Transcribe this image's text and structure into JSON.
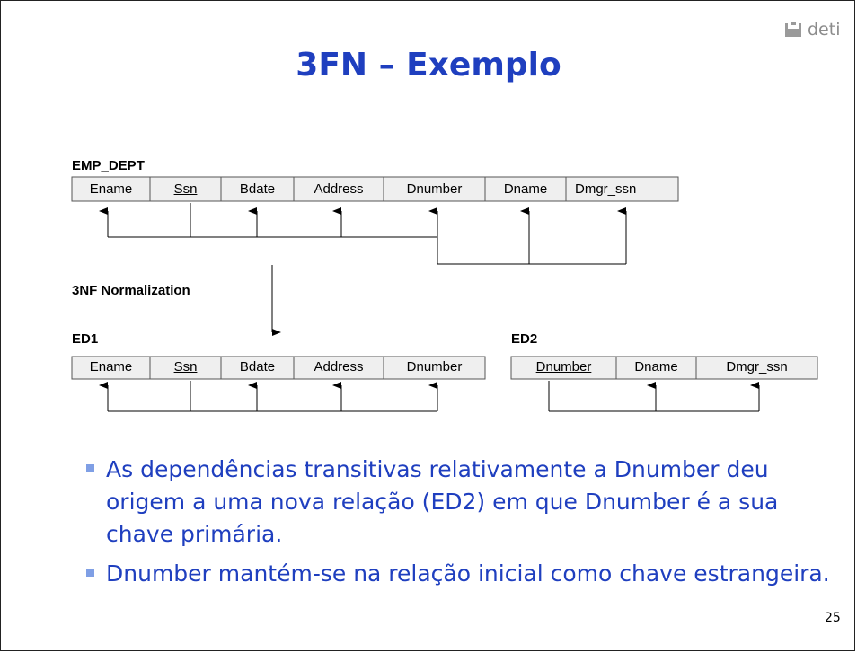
{
  "slide": {
    "title": "3FN – Exemplo",
    "logo_text": "deti",
    "page_number": "25"
  },
  "diagram": {
    "emp_dept": {
      "name": "EMP_DEPT",
      "attributes": [
        "Ename",
        "Ssn",
        "Bdate",
        "Address",
        "Dnumber",
        "Dname",
        "Dmgr_ssn"
      ],
      "key": "Ssn"
    },
    "normalization_label": "3NF Normalization",
    "ed1": {
      "name": "ED1",
      "attributes": [
        "Ename",
        "Ssn",
        "Bdate",
        "Address",
        "Dnumber"
      ],
      "key": "Ssn"
    },
    "ed2": {
      "name": "ED2",
      "attributes": [
        "Dnumber",
        "Dname",
        "Dmgr_ssn"
      ],
      "key": "Dnumber"
    }
  },
  "bullets": [
    "As dependências transitivas relativamente a Dnumber deu origem a uma nova relação (ED2) em que Dnumber é a sua chave primária.",
    "Dnumber mantém-se na relação inicial como chave estrangeira."
  ],
  "colors": {
    "title": "#1f3fbf",
    "bullet_text": "#1f3fbf",
    "bullet_marker": "#7f9fe5",
    "table_fill": "#efefef",
    "logo": "#8c8c8c"
  }
}
